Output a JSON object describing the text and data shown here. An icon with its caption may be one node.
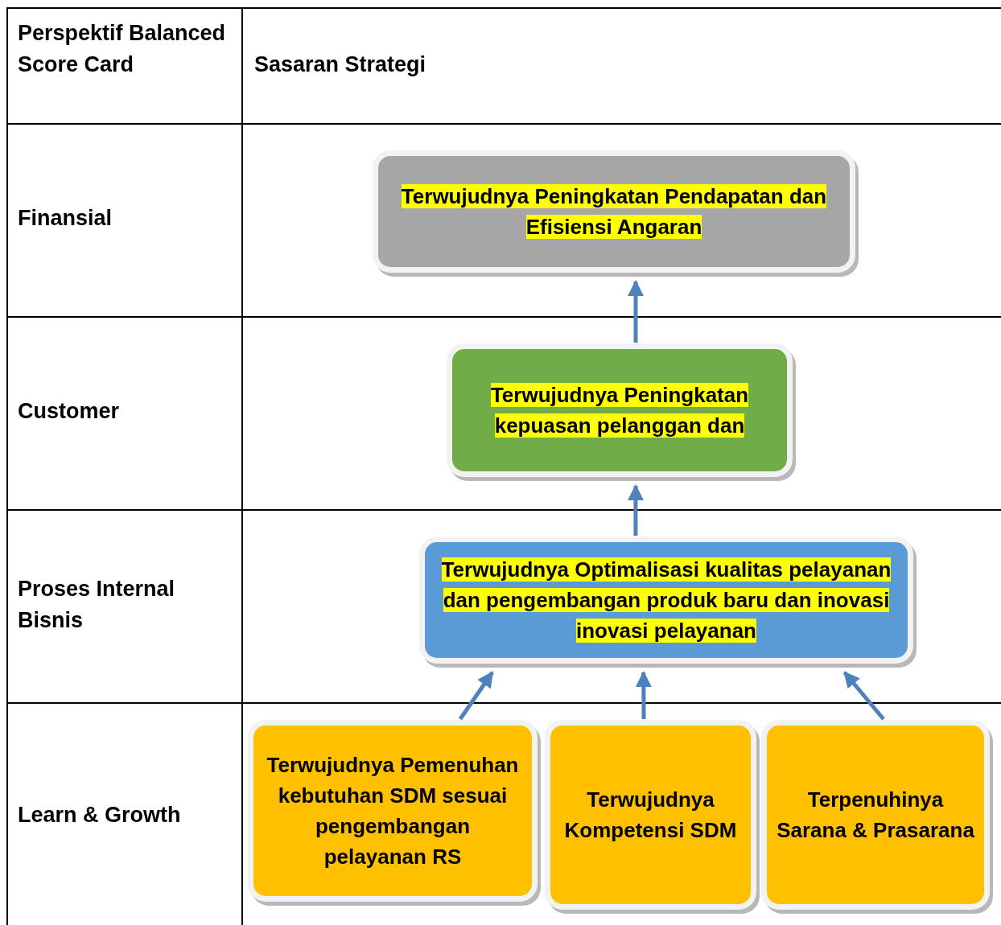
{
  "diagram": {
    "nodes": [
      {
        "text": [
          "Terwujudnya Peningkatan Pendapatan dan Efisiensi Angaran"
        ]
      },
      {
        "text": [
          "Terwujudnya Peningkatan kepuasan pelanggan dan"
        ]
      },
      {
        "text": [
          "Terwujudnya Optimalisasi kualitas pelayanan dan pengembangan produk baru dan inovasi inovasi pelayanan"
        ]
      },
      {
        "text": [
          "Terwujudnya Pemenuhan kebutuhan SDM sesuai pengembangan pelayanan RS"
        ]
      },
      {
        "text": [
          "Terwujudnya Kompetensi SDM"
        ]
      },
      {
        "text": [
          "Terpenuhinya Sarana & Prasarana"
        ]
      }
    ],
    "edges": [
      {
        "from": 1,
        "to": 0,
        "arrow": "to"
      },
      {
        "from": 2,
        "to": 1,
        "arrow": "to"
      },
      {
        "from": 3,
        "to": 2,
        "arrow": "to"
      },
      {
        "from": 4,
        "to": 2,
        "arrow": "to"
      },
      {
        "from": 5,
        "to": 2,
        "arrow": "to"
      }
    ],
    "labels": [
      "Perspektif Balanced Score Card",
      "Sasaran Strategi",
      "Finansial",
      "Customer",
      "Proses Internal Bisnis",
      "Learn & Growth"
    ]
  }
}
